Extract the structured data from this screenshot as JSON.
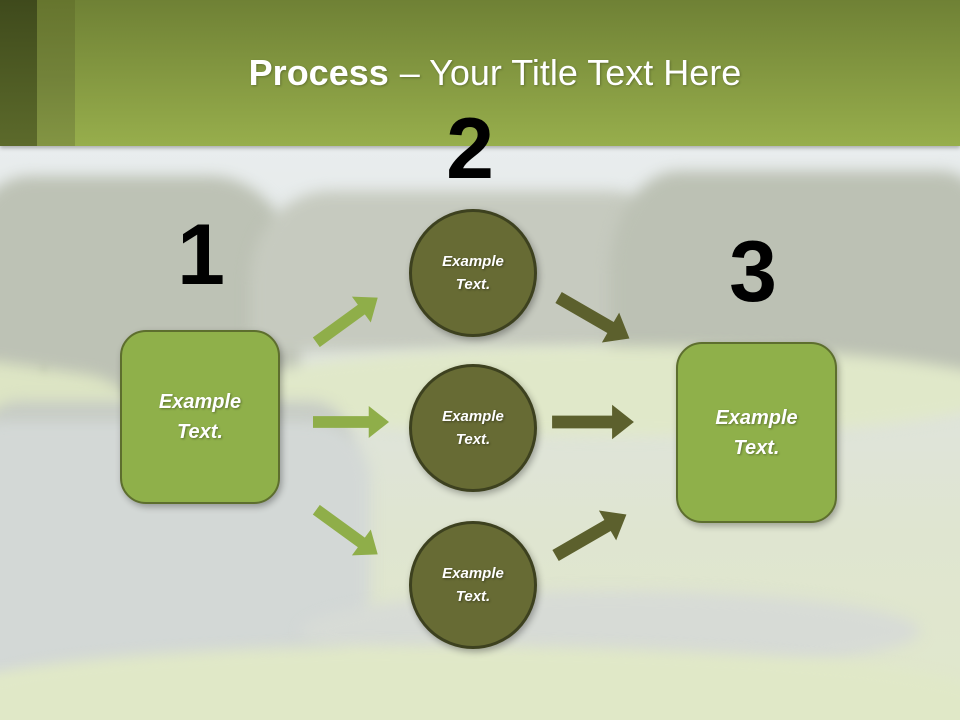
{
  "title": {
    "bold": "Process",
    "regular": "– Your Title Text Here"
  },
  "steps": {
    "step1": {
      "number": "1",
      "box": {
        "line1": "Example",
        "line2": "Text."
      }
    },
    "step2": {
      "number": "2",
      "circles": [
        {
          "line1": "Example",
          "line2": "Text."
        },
        {
          "line1": "Example",
          "line2": "Text."
        },
        {
          "line1": "Example",
          "line2": "Text."
        }
      ]
    },
    "step3": {
      "number": "3",
      "box": {
        "line1": "Example",
        "line2": "Text."
      }
    }
  },
  "colors": {
    "band-top": "#6f8135",
    "band-bottom": "#97ae4c",
    "stripe-dark": "#4f5c24",
    "stripe-mid": "#73833a",
    "box-fill": "#8fb04a",
    "box-border": "#5d6e2e",
    "circle-fill": "#676b34",
    "circle-border": "#3d411f",
    "arrow-light": "#8fae49",
    "arrow-dark": "#5c602d",
    "title-text": "#ffffff",
    "number-text": "#000000"
  }
}
